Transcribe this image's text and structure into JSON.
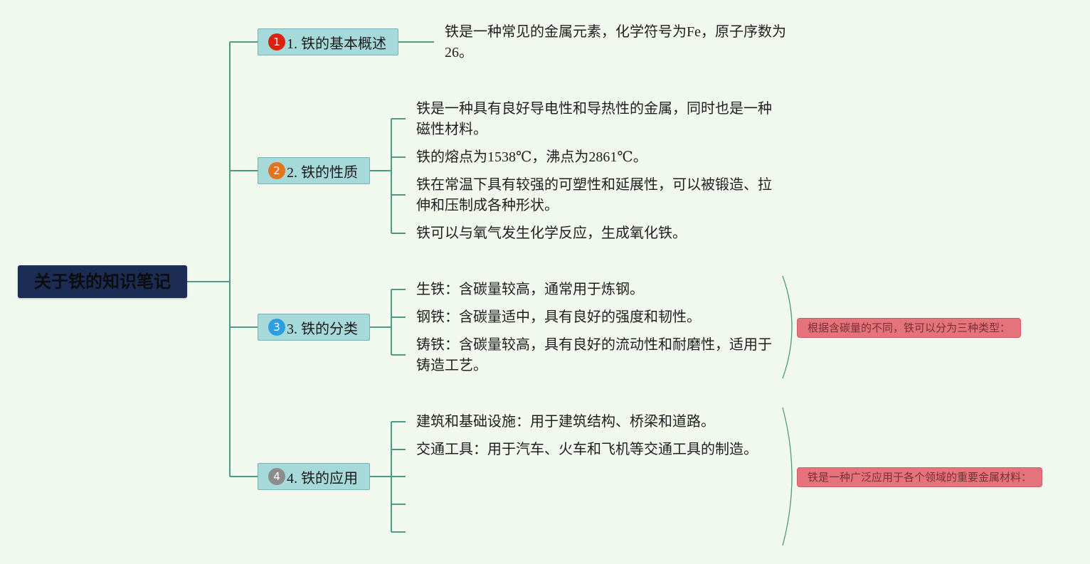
{
  "root": {
    "title": "关于铁的知识笔记"
  },
  "branches": [
    {
      "marker": "1",
      "marker_color": "#d9230f",
      "label": "1. 铁的基本概述",
      "leaves": [
        "铁是一种常见的金属元素，化学符号为Fe，原子序数为26。"
      ]
    },
    {
      "marker": "2",
      "marker_color": "#e5731c",
      "label": "2. 铁的性质",
      "leaves": [
        "铁是一种具有良好导电性和导热性的金属，同时也是一种磁性材料。",
        "铁的熔点为1538℃，沸点为2861℃。",
        "铁在常温下具有较强的可塑性和延展性，可以被锻造、拉伸和压制成各种形状。",
        "铁可以与氧气发生化学反应，生成氧化铁。"
      ]
    },
    {
      "marker": "3",
      "marker_color": "#2b9fe0",
      "label": "3. 铁的分类",
      "leaves": [
        "生铁：含碳量较高，通常用于炼钢。",
        "钢铁：含碳量适中，具有良好的强度和韧性。",
        "铸铁：含碳量较高，具有良好的流动性和耐磨性，适用于铸造工艺。"
      ],
      "callout": "根据含碳量的不同，铁可以分为三种类型："
    },
    {
      "marker": "4",
      "marker_color": "#8c8c8c",
      "label": "4. 铁的应用",
      "leaves": [
        "建筑和基础设施：用于建筑结构、桥梁和道路。",
        "交通工具：用于汽车、火车和飞机等交通工具的制造。",
        "",
        "",
        ""
      ],
      "callout": "铁是一种广泛应用于各个领域的重要金属材料："
    }
  ],
  "colors": {
    "connector": "#4f9a86",
    "root_bg": "#1b2d55",
    "branch_bg": "#a6d9d9",
    "callout_bg": "#e4737b"
  }
}
